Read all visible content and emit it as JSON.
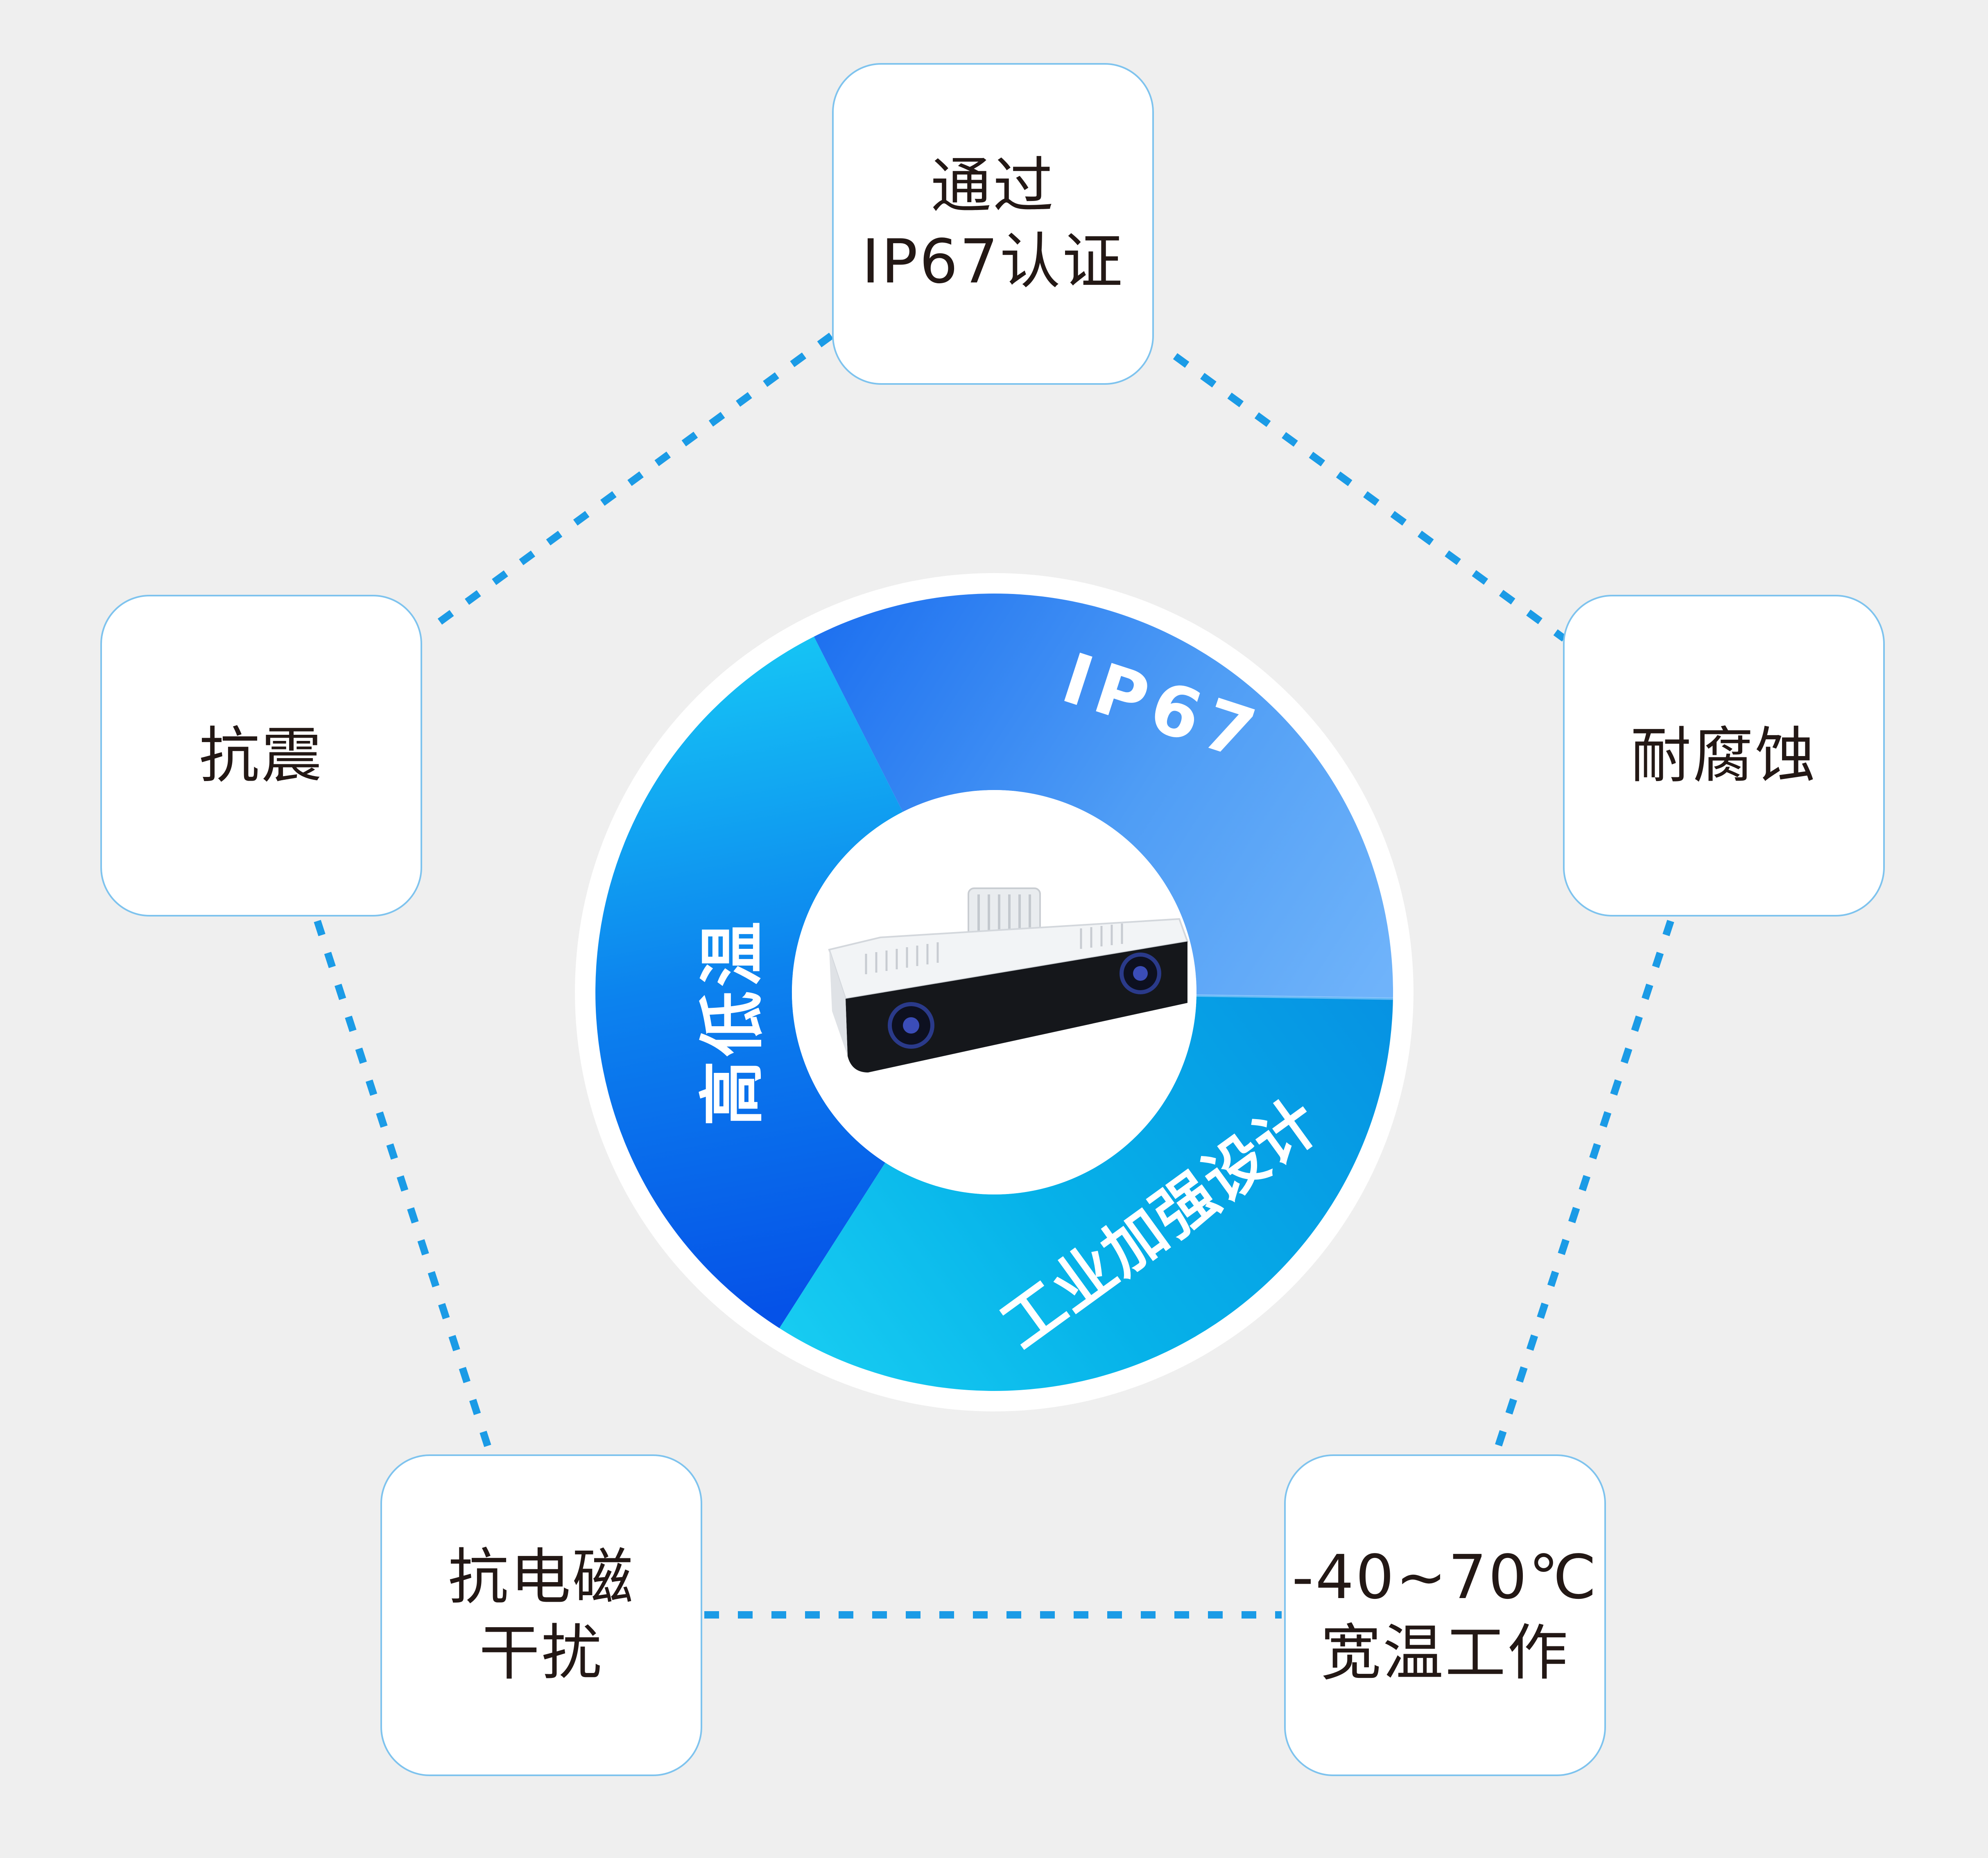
{
  "colors": {
    "background": "#efefef",
    "card_border": "#7ec3ee",
    "card_text": "#231815",
    "dotted_line": "#1b9be6",
    "ring_outer": "#ffffff",
    "segment_top": "#3d8ff0",
    "segment_left": "#0a6ff0",
    "segment_bottom": "#0ab6ea"
  },
  "features": [
    {
      "id": "ip67",
      "text": "通过\nIP67认证"
    },
    {
      "id": "corrosion",
      "text": "耐腐蚀"
    },
    {
      "id": "temperature",
      "text": "-40~70℃\n宽温工作"
    },
    {
      "id": "emi",
      "text": "抗电磁\n干扰"
    },
    {
      "id": "shock",
      "text": "抗震"
    }
  ],
  "ring": {
    "segment_top_label": "IP67",
    "segment_left_label": "高低温",
    "segment_bottom_label": "工业加强设计"
  },
  "center": {
    "icon": "stereo-camera-icon"
  }
}
